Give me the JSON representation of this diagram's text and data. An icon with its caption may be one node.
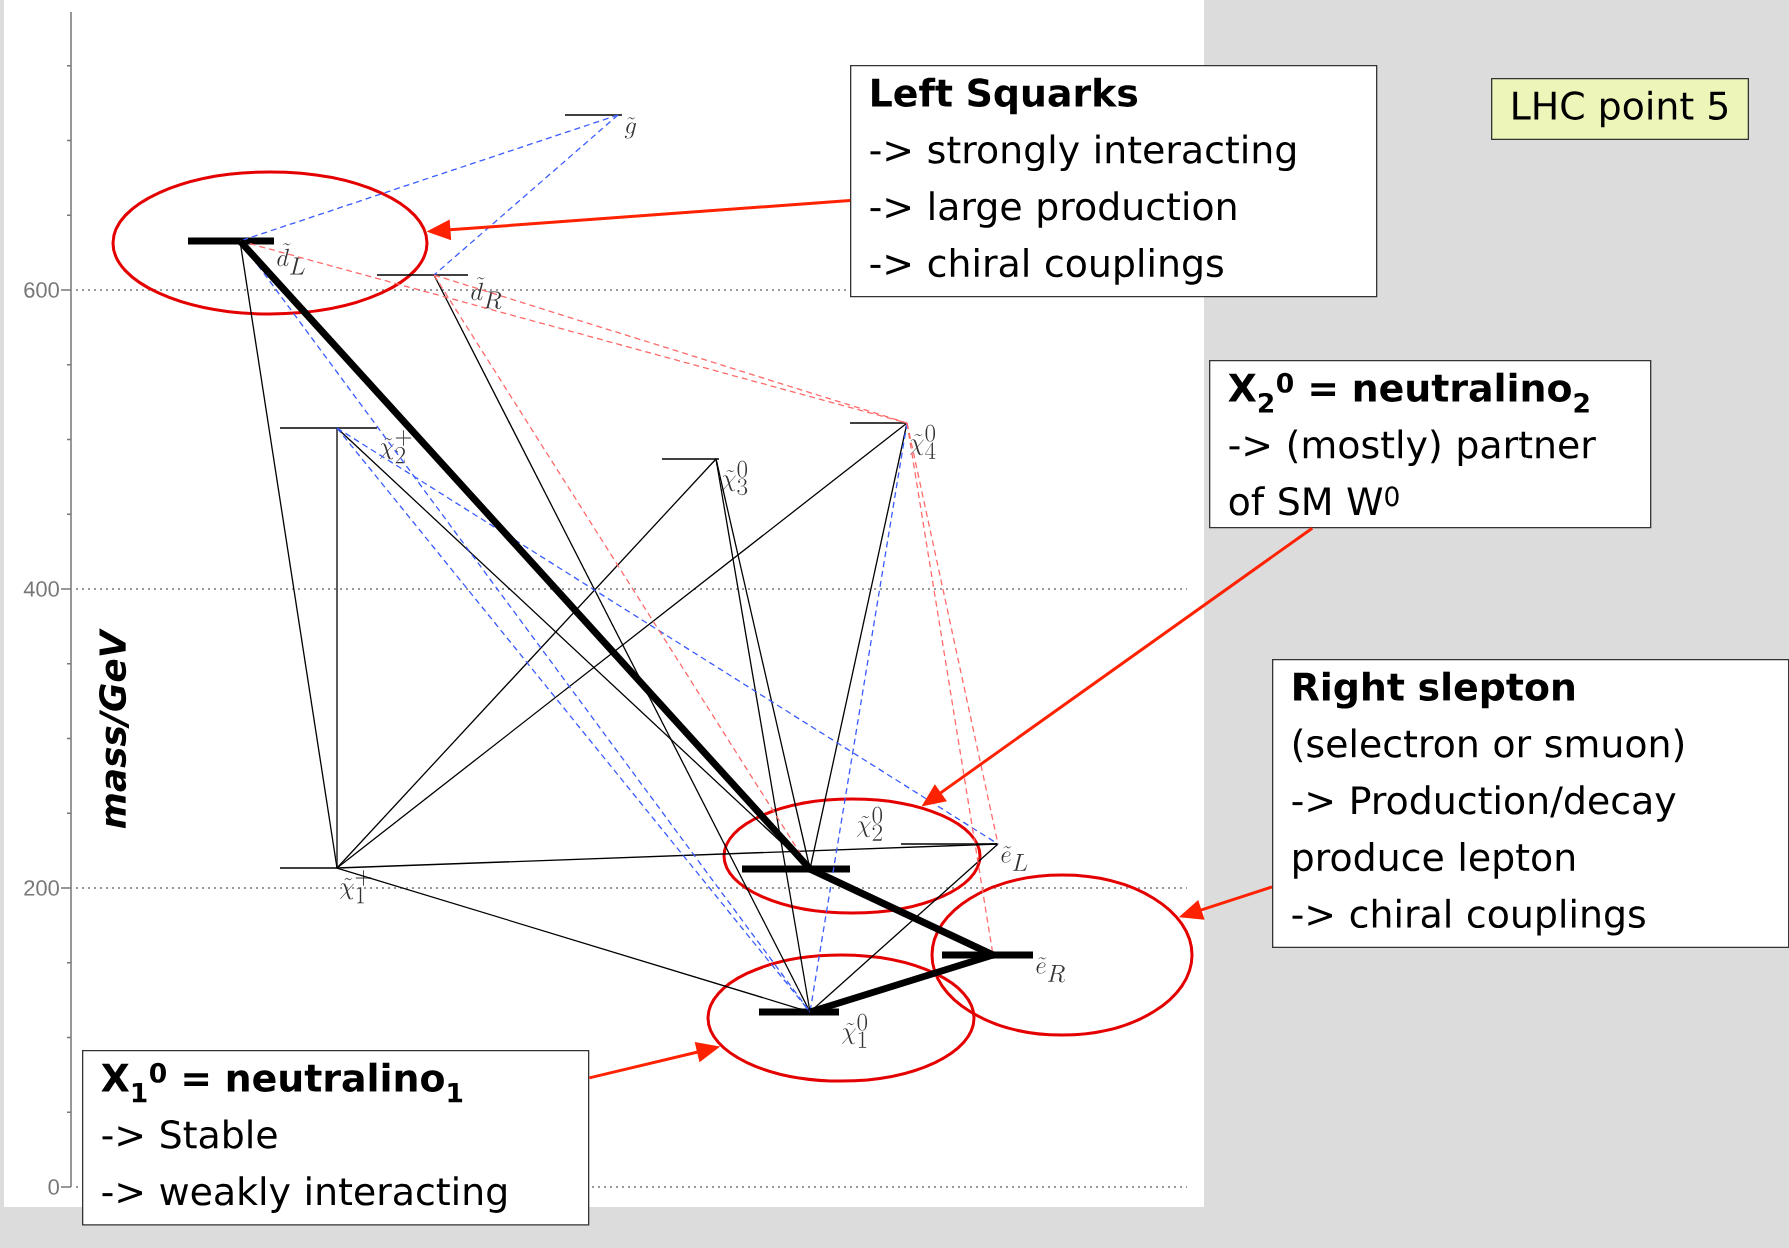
{
  "diagram": {
    "nodes": [
      {
        "text": [
          "\\tilde{g}"
        ]
      },
      {
        "text": [],
        "shape": "ellipse"
      },
      {
        "text": [
          "\\tilde{d}_L"
        ],
        "in": 1
      },
      {
        "text": [
          "\\tilde{d}_R"
        ]
      },
      {
        "text": [
          "\\tilde{\\chi}^{+}_{2}"
        ]
      },
      {
        "text": [
          "\\tilde{\\chi}^{0}_{3}"
        ]
      },
      {
        "text": [
          "\\tilde{\\chi}^{0}_{4}"
        ]
      },
      {
        "text": [
          "\\tilde{\\chi}^{+}_{1}"
        ]
      },
      {
        "text": [],
        "shape": "ellipse"
      },
      {
        "text": [
          "\\tilde{\\chi}^{0}_{2}"
        ],
        "in": 8
      },
      {
        "text": [
          "\\tilde{e}_L"
        ]
      },
      {
        "text": [],
        "shape": "ellipse"
      },
      {
        "text": [
          "\\tilde{e}_R"
        ],
        "in": 11
      },
      {
        "text": [],
        "shape": "ellipse"
      },
      {
        "text": [
          "\\tilde{\\chi}^{0}_{1}"
        ],
        "in": 13
      },
      {
        "text": [
          "Left Squarks",
          "-> strongly interacting",
          "-> large production",
          "-> chiral couplings"
        ]
      },
      {
        "text": [
          "LHC point 5"
        ]
      },
      {
        "text": [
          "X$_{2}$$^{0}$ = neutralino$_{2}$",
          "-> (mostly) partner of SM W$^{0}$"
        ]
      },
      {
        "text": [
          "Right slepton",
          "(selectron or smuon)",
          "-> Production/decay produce lepton",
          "-> chiral couplings"
        ]
      },
      {
        "text": [
          "X$_{1}$$^{0}$ = neutralino$_{1}$",
          "-> Stable",
          "-> weakly interacting"
        ]
      }
    ],
    "edges": [
      {
        "from": 2,
        "to": 7,
        "arrow": "none"
      },
      {
        "from": 3,
        "to": 14,
        "arrow": "none"
      },
      {
        "from": 4,
        "to": 7,
        "arrow": "none"
      },
      {
        "from": 4,
        "to": 9,
        "arrow": "none"
      },
      {
        "from": 7,
        "to": 5,
        "arrow": "none"
      },
      {
        "from": 7,
        "to": 6,
        "arrow": "none"
      },
      {
        "from": 7,
        "to": 10,
        "arrow": "none"
      },
      {
        "from": 7,
        "to": 14,
        "arrow": "none"
      },
      {
        "from": 5,
        "to": 9,
        "arrow": "none"
      },
      {
        "from": 5,
        "to": 14,
        "arrow": "none"
      },
      {
        "from": 6,
        "to": 9,
        "arrow": "none"
      },
      {
        "from": 10,
        "to": 14,
        "arrow": "none"
      },
      {
        "from": 0,
        "to": 2,
        "arrow": "none",
        "style": "dashed",
        "color": "#3a5cff"
      },
      {
        "from": 0,
        "to": 3,
        "arrow": "none",
        "style": "dashed",
        "color": "#3a5cff"
      },
      {
        "from": 2,
        "to": 14,
        "arrow": "none",
        "style": "dashed",
        "color": "#3a5cff"
      },
      {
        "from": 4,
        "to": 14,
        "arrow": "none",
        "style": "dashed",
        "color": "#3a5cff"
      },
      {
        "from": 4,
        "to": 10,
        "arrow": "none",
        "style": "dashed",
        "color": "#3a5cff"
      },
      {
        "from": 6,
        "to": 14,
        "arrow": "none",
        "style": "dashed",
        "color": "#3a5cff"
      },
      {
        "from": 2,
        "to": 6,
        "arrow": "none",
        "style": "dashed",
        "color": "#ff6b6b"
      },
      {
        "from": 3,
        "to": 6,
        "arrow": "none",
        "style": "dashed",
        "color": "#ff6b6b"
      },
      {
        "from": 3,
        "to": 9,
        "arrow": "none",
        "style": "dashed",
        "color": "#ff6b6b"
      },
      {
        "from": 6,
        "to": 10,
        "arrow": "none",
        "style": "dashed",
        "color": "#ff6b6b"
      },
      {
        "from": 6,
        "to": 12,
        "arrow": "none",
        "style": "dashed",
        "color": "#ff6b6b"
      },
      {
        "from": 2,
        "to": 9,
        "arrow": "none",
        "style": "thick"
      },
      {
        "from": 9,
        "to": 12,
        "arrow": "none",
        "style": "thick"
      },
      {
        "from": 12,
        "to": 14,
        "arrow": "none",
        "style": "thick"
      },
      {
        "from": 15,
        "to": 1,
        "arrow": "to",
        "color": "#ff2200"
      },
      {
        "from": 17,
        "to": 8,
        "arrow": "to",
        "color": "#ff2200"
      },
      {
        "from": 18,
        "to": 11,
        "arrow": "to",
        "color": "#ff2200"
      },
      {
        "from": 19,
        "to": 13,
        "arrow": "to",
        "color": "#ff2200"
      }
    ],
    "labels": [
      "600",
      "400",
      "200",
      "0",
      "mass/GeV"
    ]
  }
}
